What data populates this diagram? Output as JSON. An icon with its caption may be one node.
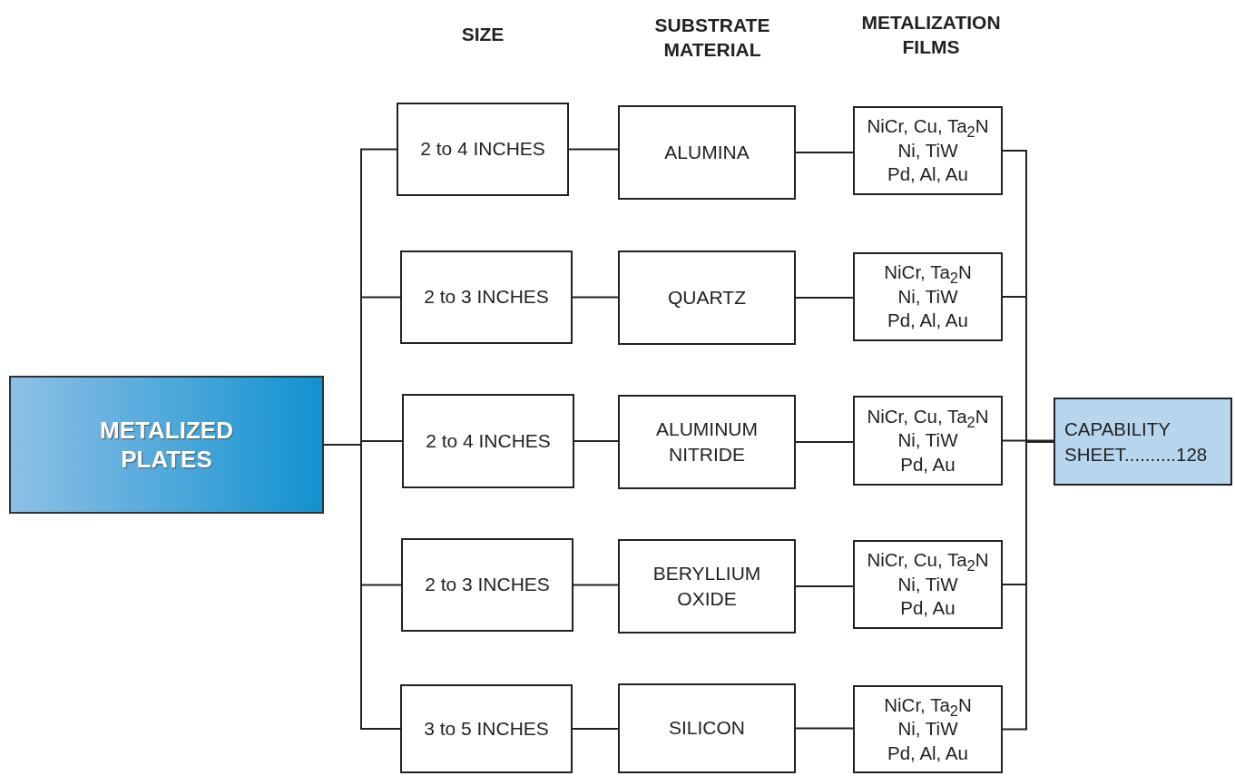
{
  "diagram": {
    "nodes": [
      {
        "text": [
          "METALIZED PLATES"
        ]
      },
      {
        "text": [
          "2 to 4 INCHES"
        ]
      },
      {
        "text": [
          "2 to 3 INCHES"
        ]
      },
      {
        "text": [
          "2 to 4 INCHES"
        ]
      },
      {
        "text": [
          "2 to 3 INCHES"
        ]
      },
      {
        "text": [
          "3 to 5 INCHES"
        ]
      },
      {
        "text": [
          "ALUMINA"
        ]
      },
      {
        "text": [
          "QUARTZ"
        ]
      },
      {
        "text": [
          "ALUMINUM NITRIDE"
        ]
      },
      {
        "text": [
          "BERYLLIUM OXIDE"
        ]
      },
      {
        "text": [
          "SILICON"
        ]
      },
      {
        "text": [
          "NiCr, Cu, Ta$_{2}$N",
          "Ni, TiW",
          "Pd, Al, Au"
        ]
      },
      {
        "text": [
          "NiCr, Ta$_{2}$N",
          "Ni, TiW",
          "Pd, Al, Au"
        ]
      },
      {
        "text": [
          "NiCr, Cu, Ta$_{2}$N",
          "Ni, TiW",
          "Pd, Au"
        ]
      },
      {
        "text": [
          "NiCr, Cu, Ta$_{2}$N",
          "Ni, TiW",
          "Pd, Au"
        ]
      },
      {
        "text": [
          "NiCr, Ta$_{2}$N",
          "Ni, TiW",
          "Pd, Al, Au"
        ]
      },
      {
        "text": [
          "CAPABILITY SHEET..........128"
        ]
      }
    ],
    "edges": [
      {
        "from": 0,
        "to": 1,
        "arrow": "none"
      },
      {
        "from": 0,
        "to": 2,
        "arrow": "none"
      },
      {
        "from": 0,
        "to": 3,
        "arrow": "none"
      },
      {
        "from": 0,
        "to": 4,
        "arrow": "none"
      },
      {
        "from": 0,
        "to": 5,
        "arrow": "none"
      },
      {
        "from": 1,
        "to": 6,
        "arrow": "none"
      },
      {
        "from": 2,
        "to": 7,
        "arrow": "none"
      },
      {
        "from": 3,
        "to": 8,
        "arrow": "none"
      },
      {
        "from": 4,
        "to": 9,
        "arrow": "none"
      },
      {
        "from": 5,
        "to": 10,
        "arrow": "none"
      },
      {
        "from": 6,
        "to": 11,
        "arrow": "none"
      },
      {
        "from": 7,
        "to": 12,
        "arrow": "none"
      },
      {
        "from": 8,
        "to": 13,
        "arrow": "none"
      },
      {
        "from": 9,
        "to": 14,
        "arrow": "none"
      },
      {
        "from": 10,
        "to": 15,
        "arrow": "none"
      },
      {
        "from": 11,
        "to": 16,
        "arrow": "none"
      },
      {
        "from": 12,
        "to": 16,
        "arrow": "none"
      },
      {
        "from": 13,
        "to": 16,
        "arrow": "none"
      },
      {
        "from": 14,
        "to": 16,
        "arrow": "none"
      },
      {
        "from": 15,
        "to": 16,
        "arrow": "none"
      }
    ],
    "labels": [
      "SIZE",
      "SUBSTRATE MATERIAL",
      "METALIZATION FILMS"
    ]
  }
}
